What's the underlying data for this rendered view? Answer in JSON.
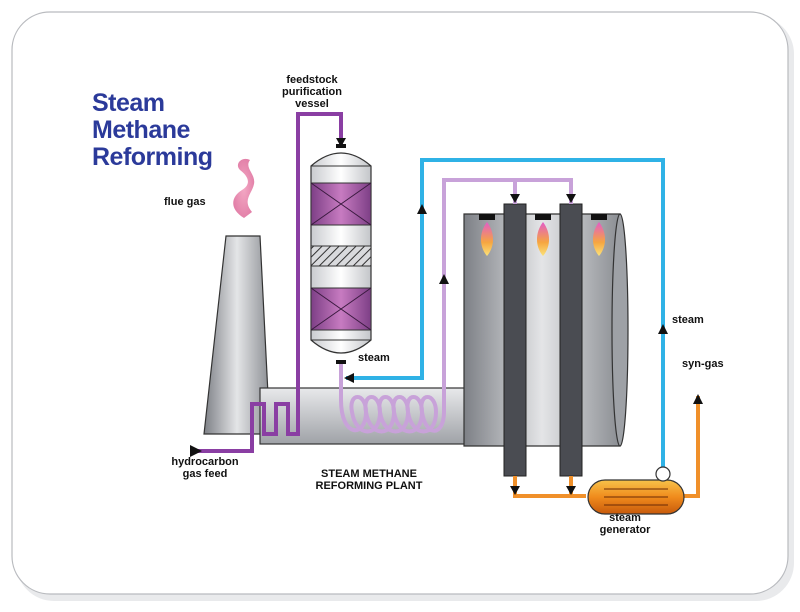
{
  "title": [
    "Steam",
    "Methane",
    "Reforming"
  ],
  "labels": {
    "flue_gas": "flue gas",
    "feedstock": [
      "feedstock",
      "purification",
      "vessel"
    ],
    "steam_mid": "steam",
    "steam_right": "steam",
    "syn_gas": "syn-gas",
    "hydrocarbon": [
      "hydrocarbon",
      "gas feed"
    ],
    "plant": [
      "STEAM METHANE",
      "REFORMING PLANT"
    ],
    "steam_generator": [
      "steam",
      "generator"
    ]
  },
  "colors": {
    "title": "#2b3a9a",
    "feed_line": "#8a3ea3",
    "reformed_line": "#c8a2d9",
    "steam_line": "#2fb2e6",
    "product_line": "#f0902a",
    "furnace": "#a8abb0",
    "tube": "#505258",
    "vessel_bed": "#a5539a"
  }
}
